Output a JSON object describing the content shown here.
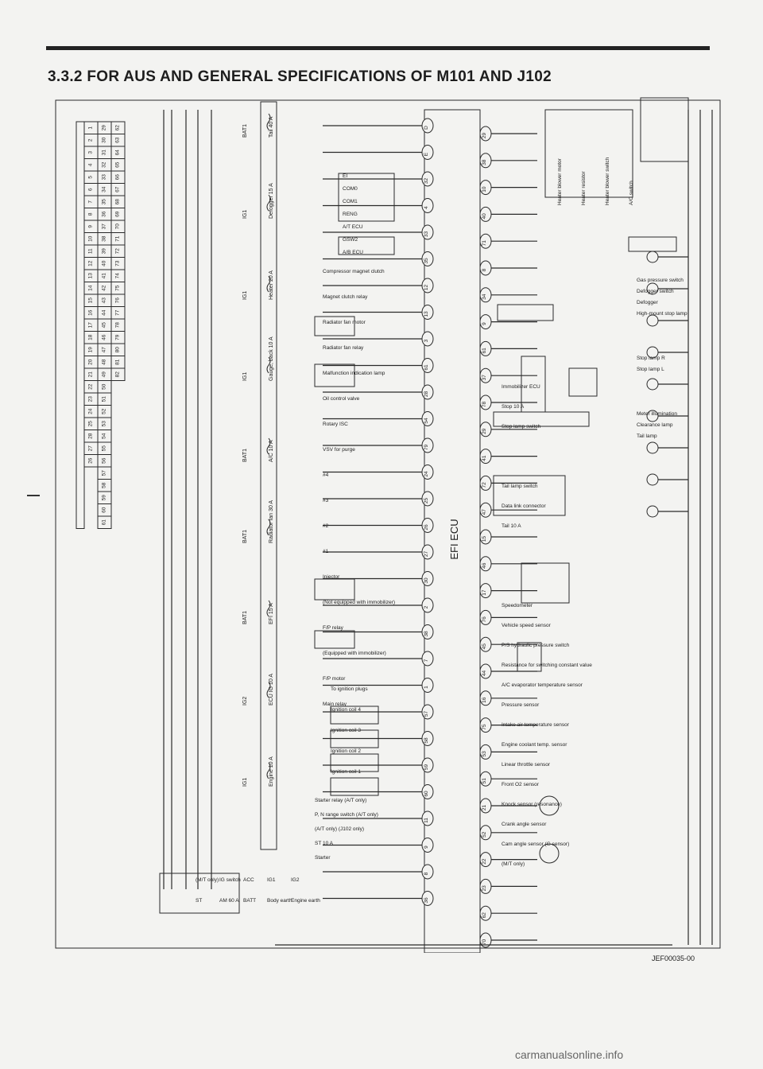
{
  "page": {
    "header_fragment": "",
    "title": "3.3.2  FOR AUS AND GENERAL SPECIFICATIONS OF M101 AND J102",
    "figure_code": "JEF00035-00",
    "page_number": "",
    "footer": "carmanualsonline.info"
  },
  "connector_rows": [
    [
      "26",
      "27",
      "28",
      "25",
      "24",
      "23",
      "22",
      "21",
      "20",
      "19",
      "18",
      "17",
      "16",
      "15",
      "14",
      "13",
      "12",
      "11",
      "10",
      "9",
      "8",
      "7",
      "6",
      "5",
      "4",
      "3",
      "2",
      "1"
    ],
    [
      "61",
      "60",
      "59",
      "58",
      "57",
      "56",
      "55",
      "54",
      "53",
      "52",
      "51",
      "50",
      "49",
      "48",
      "47",
      "46",
      "45",
      "44",
      "43",
      "42",
      "41",
      "40",
      "39",
      "38",
      "37",
      "36",
      "35",
      "34",
      "33",
      "32",
      "31",
      "30",
      "29"
    ],
    [
      "82",
      "81",
      "80",
      "79",
      "78",
      "77",
      "76",
      "75",
      "74",
      "73",
      "72",
      "71",
      "70",
      "69",
      "68",
      "67",
      "66",
      "65",
      "64",
      "63",
      "62"
    ]
  ],
  "ecu_label": "EFI ECU",
  "fuses": [
    {
      "name": "BAT1",
      "rating": "Tail 40 A"
    },
    {
      "name": "IG1",
      "rating": "Defogger 15 A"
    },
    {
      "name": "IG1",
      "rating": "Heater 20 A"
    },
    {
      "name": "IG1",
      "rating": "Gauge, back 10 A"
    },
    {
      "name": "BAT1",
      "rating": "A/C 10 A"
    },
    {
      "name": "BAT1",
      "rating": "Radiator fan 30 A"
    },
    {
      "name": "BAT1",
      "rating": "EFI 15 A"
    },
    {
      "name": "IG2",
      "rating": "ECU IG 10 A"
    },
    {
      "name": "IG1",
      "rating": "Engine 10 A"
    }
  ],
  "left_components": [
    "EI",
    "COM0",
    "COM1",
    "RENG",
    "A/T ECU",
    "GSW2",
    "A/B ECU",
    "Compressor magnet clutch",
    "Magnet clutch relay",
    "Radiator fan motor",
    "Radiator fan relay",
    "Malfunction indication lamp",
    "Oil control valve",
    "Rotary ISC",
    "VSV for purge",
    "#4",
    "#3",
    "#2",
    "#1",
    "Injector",
    "(Not equipped with immobilizer)",
    "F/P relay",
    "(Equipped with immobilizer)",
    "F/P motor",
    "Main relay",
    "To ignition plugs",
    "Ignition coil 4",
    "Ignition coil 3",
    "Ignition coil 2",
    "Ignition coil 1",
    "Starter relay (A/T only)",
    "P, N range switch (A/T only)",
    "(A/T only) (J102 only)",
    "ST 10 A",
    "Starter",
    "(M/T only)",
    "IG switch",
    "ACC",
    "IG1",
    "IG2",
    "ST",
    "AM 60 A",
    "BATT",
    "Body earth",
    "Engine earth"
  ],
  "right_components": [
    "Heater blower motor",
    "Heater resistor",
    "Heater blower switch",
    "A/C switch",
    "Gas pressure switch",
    "Defogger switch",
    "Defogger",
    "High-mount stop lamp",
    "Immobilizer ECU",
    "Stop 10 A",
    "Stop lamp switch",
    "Stop lamp R",
    "Stop lamp L",
    "Tail lamp switch",
    "Data link connector",
    "Tail 10 A",
    "Meter illumination",
    "Clearance lamp",
    "Tail lamp",
    "Speedometer",
    "Vehicle speed sensor",
    "P/S hydraulic pressure switch",
    "Resistance for switching constant value",
    "A/C evaporator temperature sensor",
    "Pressure sensor",
    "Intake air temperature sensor",
    "Engine coolant temp. sensor",
    "Linear throttle sensor",
    "Front O2 sensor",
    "Knock sensor (resonance)",
    "Crank angle sensor",
    "Cam angle sensor (G sensor)",
    "(M/T only)"
  ],
  "left_pins": [
    "D",
    "E",
    "32",
    "4",
    "33",
    "35",
    "12",
    "13",
    "3",
    "61",
    "28",
    "54",
    "79",
    "24",
    "25",
    "26",
    "27",
    "30",
    "2",
    "38",
    "7",
    "1",
    "57",
    "58",
    "59",
    "60",
    "11",
    "9",
    "8",
    "36"
  ],
  "right_pins": [
    "29",
    "38",
    "10",
    "40",
    "71",
    "8",
    "34",
    "9",
    "61",
    "37",
    "78",
    "29",
    "41",
    "72",
    "47",
    "15",
    "46",
    "17",
    "76",
    "45",
    "44",
    "16",
    "75",
    "53",
    "51",
    "21",
    "52",
    "22",
    "23",
    "62",
    "70"
  ]
}
